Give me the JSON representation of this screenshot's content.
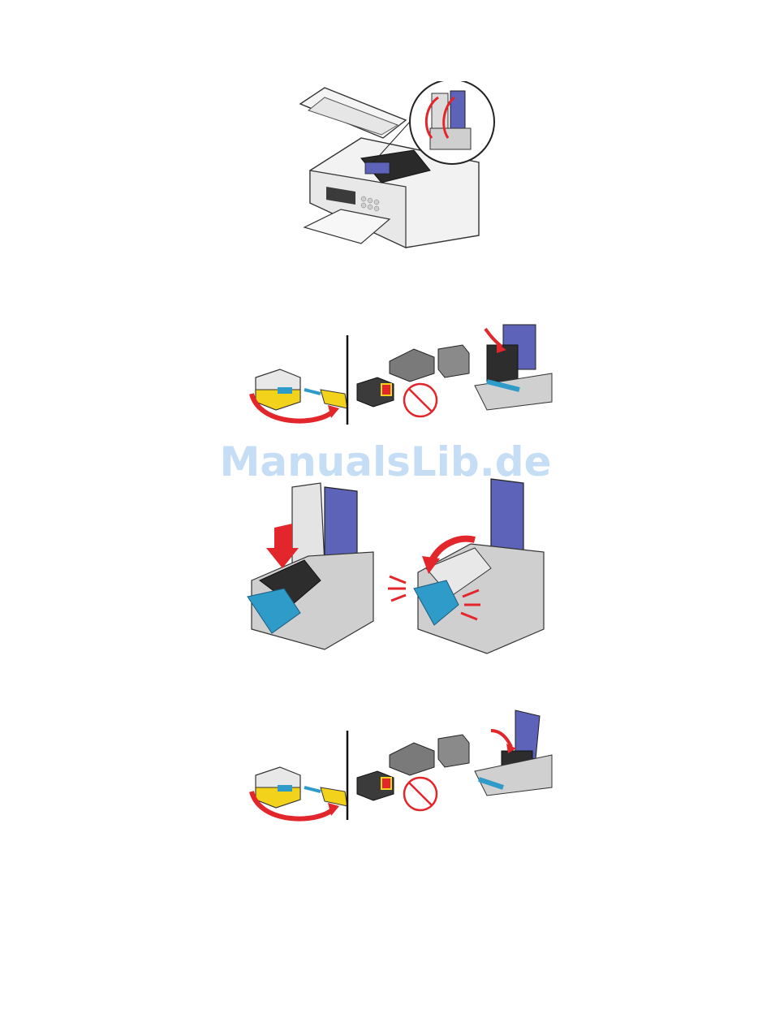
{
  "watermark": {
    "text": "ManualsLib.de",
    "color": "#bcd8f4"
  },
  "figures": [
    {
      "id": "printer-open",
      "icon": "printer-illustration"
    },
    {
      "id": "remove-tape-black",
      "icon": "cartridge-tape-illustration"
    },
    {
      "id": "insert-cartridge",
      "icon": "cartridge-insert-illustration"
    },
    {
      "id": "remove-tape-color",
      "icon": "cartridge-tape-illustration"
    }
  ],
  "colors": {
    "arrow": "#e2262b",
    "lid-blue": "#5c63b8",
    "latch-cyan": "#2f9bc8",
    "tape-yellow": "#f2d21a"
  }
}
